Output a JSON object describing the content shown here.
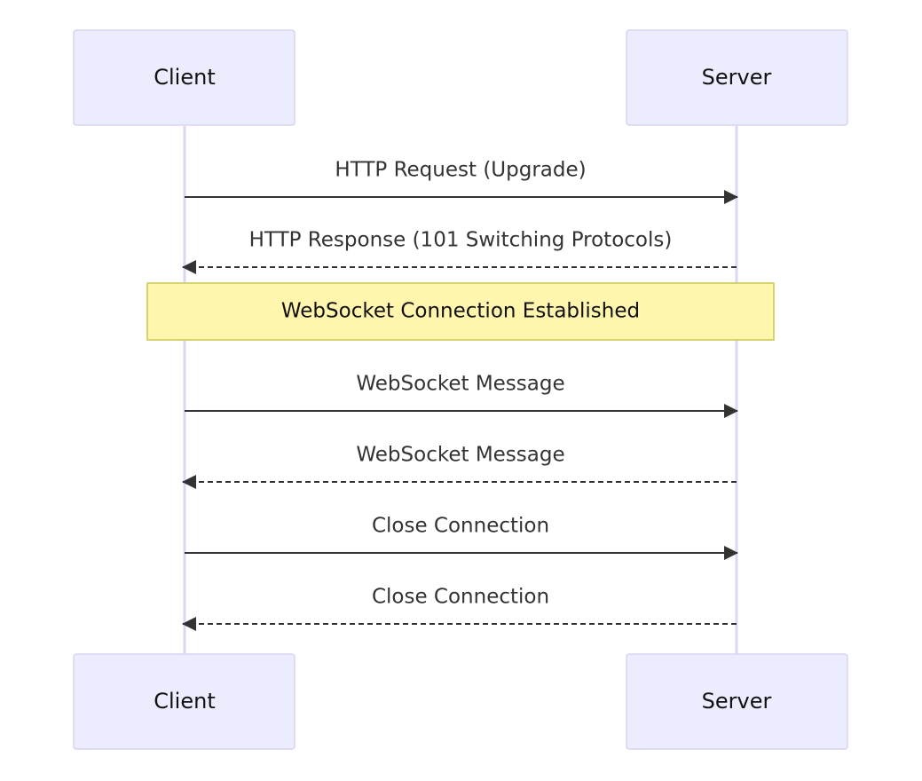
{
  "participants": {
    "client": "Client",
    "server": "Server"
  },
  "messages": [
    {
      "label": "HTTP Request (Upgrade)",
      "from": "client",
      "to": "server",
      "style": "solid"
    },
    {
      "label": "HTTP Response (101 Switching Protocols)",
      "from": "server",
      "to": "client",
      "style": "dashed"
    },
    {
      "label": "WebSocket Message",
      "from": "client",
      "to": "server",
      "style": "solid"
    },
    {
      "label": "WebSocket Message",
      "from": "server",
      "to": "client",
      "style": "dashed"
    },
    {
      "label": "Close Connection",
      "from": "client",
      "to": "server",
      "style": "solid"
    },
    {
      "label": "Close Connection",
      "from": "server",
      "to": "client",
      "style": "dashed"
    }
  ],
  "note": {
    "text": "WebSocket Connection Established"
  },
  "colors": {
    "actor_fill": "#ececff",
    "actor_border": "#d7d3f2",
    "lifeline": "#ddd5f3",
    "arrow": "#333333",
    "note_fill": "#fff5ad",
    "note_border": "#c9c74f"
  }
}
